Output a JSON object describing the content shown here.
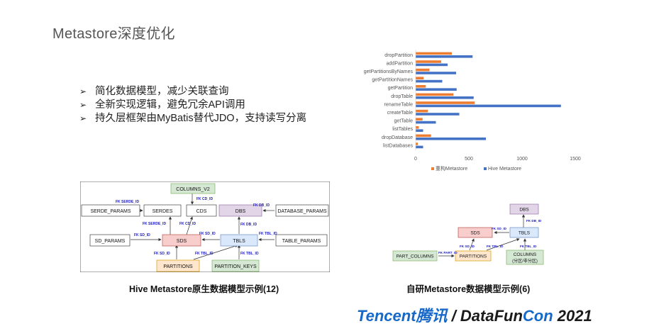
{
  "slide": {
    "title": "Metastore深度优化",
    "bullets": [
      "简化数据模型，减少关联查询",
      "全新实现逻辑，避免冗余API调用",
      "持久层框架由MyBatis替代JDO，支持读写分离"
    ],
    "bullet_marker": "➢"
  },
  "chart_data": {
    "type": "bar",
    "orientation": "horizontal",
    "categories": [
      "dropPartition",
      "addPartition",
      "getPartitionsByNames",
      "getPartitionNames",
      "getPartition",
      "dropTable",
      "renameTable",
      "createTable",
      "getTable",
      "listTables",
      "dropDatabase",
      "listDatabases"
    ],
    "series": [
      {
        "name": "重构Metastore",
        "color": "#ED7D31",
        "values": [
          340,
          240,
          130,
          75,
          95,
          355,
          555,
          115,
          65,
          30,
          145,
          20
        ]
      },
      {
        "name": "Hive Metastore",
        "color": "#4472C4",
        "values": [
          535,
          300,
          380,
          250,
          385,
          545,
          1365,
          410,
          190,
          70,
          660,
          70
        ]
      }
    ],
    "x_ticks": [
      0,
      500,
      1000,
      1500
    ],
    "xlim": [
      0,
      1600
    ],
    "grid": false,
    "legend": "bottom"
  },
  "diagrams": {
    "left": {
      "caption": "Hive Metastore原生数据模型示例(12)",
      "nodes": {
        "columns_v2": "COLUMNS_V2",
        "serde_params": "SERDE_PARAMS",
        "serdes": "SERDES",
        "cds": "CDS",
        "dbs": "DBS",
        "database_params": "DATABASE_PARAMS",
        "sd_params": "SD_PARAMS",
        "sds": "SDS",
        "tbls": "TBLS",
        "table_params": "TABLE_PARAMS",
        "partitions": "PARTITIONS",
        "partition_keys": "PARTITION_KEYS"
      },
      "edge_labels": {
        "serde_id_top": "FK  SERDE_ID",
        "cd_id_top": "FK  CD_ID",
        "db_id_top": "FK  DB_ID",
        "serde_id_mid": "FK  SERDE_ID",
        "cd_id_mid": "FK  CD_ID",
        "db_id_mid": "FK  DB_ID",
        "sd_id_left": "FK  SD_ID",
        "sd_id_mid": "FK  SD_ID",
        "tbl_id_right": "FK  TBL_ID",
        "sd_id_bottom": "FK  SD_ID",
        "tbl_id_bottom1": "FK  TBL_ID",
        "tbl_id_bottom2": "FK  TBL_ID"
      }
    },
    "right": {
      "caption": "自研Metastore数据模型示例(6)",
      "nodes": {
        "dbs": "DBS",
        "sds": "SDS",
        "tbls": "TBLS",
        "part_columns": "PART_COLUMNS",
        "partitions": "PARTITIONS",
        "columns": "COLUMNS",
        "columns_sub": "(分区/非分区)"
      },
      "edge_labels": {
        "db_id": "FK  DB_ID",
        "sd_id_top": "FK  SD_ID",
        "part_id": "FK  PART_ID",
        "sd_id_bottom": "FK  SD_ID",
        "tbl_id_1": "FK  TBL_ID",
        "tbl_id_2": "FK  TBL_ID"
      }
    }
  },
  "brand": {
    "tencent": "Tencent",
    "tencent_cn": "腾讯",
    "slash": " / ",
    "datafun_a": "DataFun",
    "datafun_b": "Con",
    "year": " 2021",
    "colors": {
      "tencent": "#1769C9",
      "datafun": "#1A1A1A",
      "accent": "#1769C9"
    }
  }
}
